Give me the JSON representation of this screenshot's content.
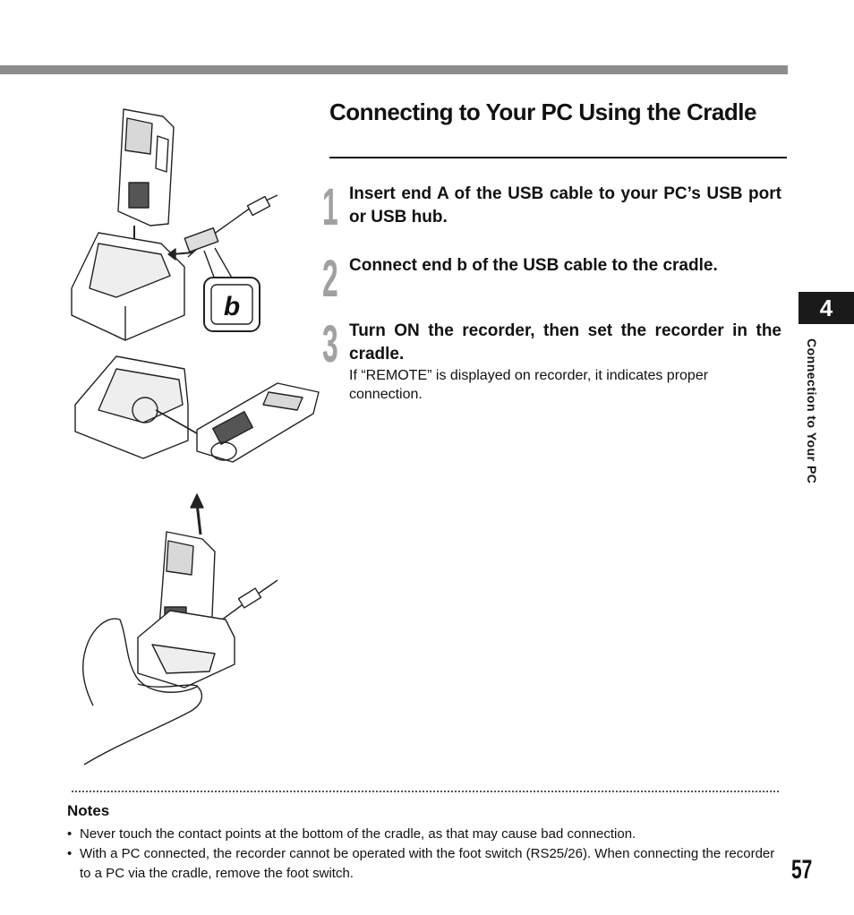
{
  "title": "Connecting to Your PC Using the Cradle",
  "steps": [
    {
      "number": "1",
      "text": "Insert end A of the USB cable to your PC’s USB port or USB hub."
    },
    {
      "number": "2",
      "text": "Connect end b of the USB cable to the cradle."
    },
    {
      "number": "3",
      "text": "Turn ON the recorder, then set the recorder in the cradle.",
      "sub": "If “REMOTE” is displayed on recorder, it indicates proper connection."
    }
  ],
  "figure": {
    "connector_label": "b"
  },
  "side_tab": {
    "number": "4",
    "label": "Connection to Your PC"
  },
  "notes": {
    "title": "Notes",
    "items": [
      "Never touch the contact points at the bottom of the cradle, as that may cause bad connection.",
      "With a PC connected, the recorder cannot be operated with the foot switch (RS25/26). When connecting the recorder to a PC via the cradle, remove the foot switch."
    ]
  },
  "page_number": "57"
}
